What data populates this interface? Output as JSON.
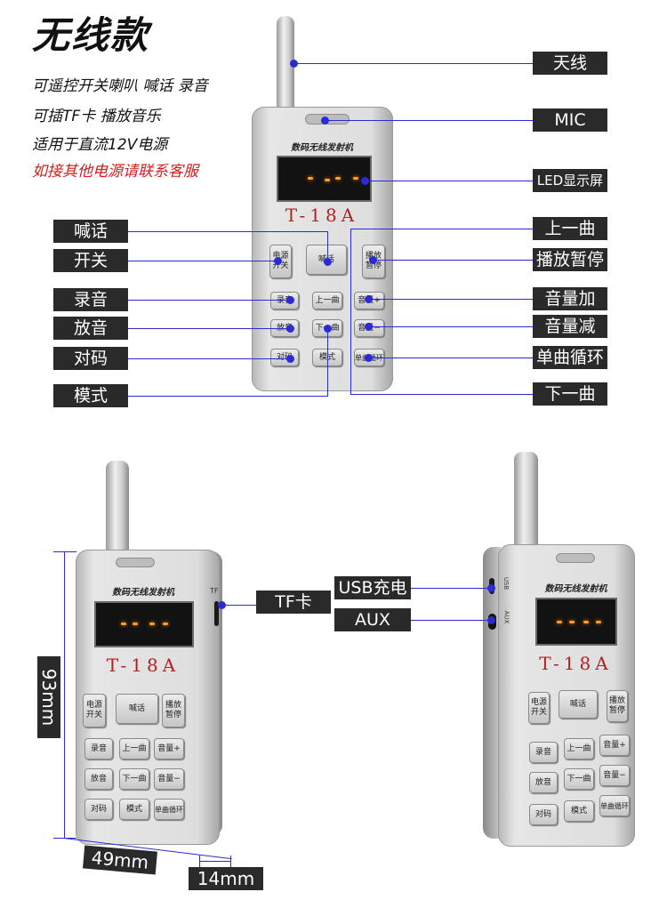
{
  "title": "无线款",
  "features": [
    {
      "text": "可遥控开关喇叭 喊话 录音",
      "color": "#111111"
    },
    {
      "text": "可插TF卡 播放音乐",
      "color": "#111111"
    },
    {
      "text": "适用于直流12V电源",
      "color": "#111111"
    },
    {
      "text": "如接其他电源请联系客服",
      "color": "#d41f1f"
    }
  ],
  "callouts": {
    "antenna": "天线",
    "mic": "MIC",
    "led": "LED显示屏",
    "shout": "喊话",
    "power": "开关",
    "record": "录音",
    "play_rec": "放音",
    "pair": "对码",
    "mode": "模式",
    "prev": "上一曲",
    "play_pause": "播放暂停",
    "vol_up": "音量加",
    "vol_down": "音量减",
    "single_loop": "单曲循环",
    "next": "下一曲",
    "tf": "TF卡",
    "usb": "USB充电",
    "aux": "AUX"
  },
  "device": {
    "brand": "数码无线发射机",
    "model": "T-18A",
    "keys": {
      "power": "电源\n开关",
      "shout": "喊话",
      "play": "播放\n暂停",
      "record": "录音",
      "prev": "上一曲",
      "vol_up": "音量+",
      "play_rec": "放音",
      "next": "下一曲",
      "vol_down": "音量−",
      "pair": "对码",
      "mode": "模式",
      "loop": "单曲循环"
    },
    "side_labels": {
      "tf": "TF",
      "usb": "USB",
      "aux": "AUX"
    }
  },
  "dimensions": {
    "height": "93mm",
    "width": "49mm",
    "depth": "14mm"
  },
  "colors": {
    "callout_line": "#2b2bd6",
    "label_bg": "#2a2a2a",
    "model_text": "#b22222",
    "led_glow": "#ffa020"
  }
}
